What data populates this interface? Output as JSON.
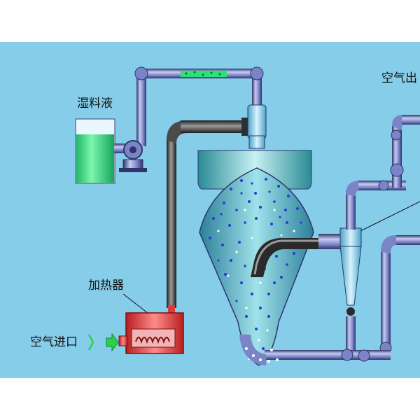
{
  "labels": {
    "wet_liquid": "湿料液",
    "air_outlet": "空气出",
    "heater": "加热器",
    "air_inlet": "空气进口"
  },
  "colors": {
    "background_panel": "#86cdea",
    "pipe": "#7f86c8",
    "pipe_dark": "#3a3f6e",
    "liquid": "#2ee07a",
    "heater": "#e03a3a",
    "chamber": "#5fc3c8",
    "particles": "#2a3ad8",
    "arrow": "#2bd14a"
  },
  "icons": {
    "pump": "pump-icon",
    "heater_coil": "coil-icon",
    "inlet_arrow": "green-arrow-icon"
  }
}
